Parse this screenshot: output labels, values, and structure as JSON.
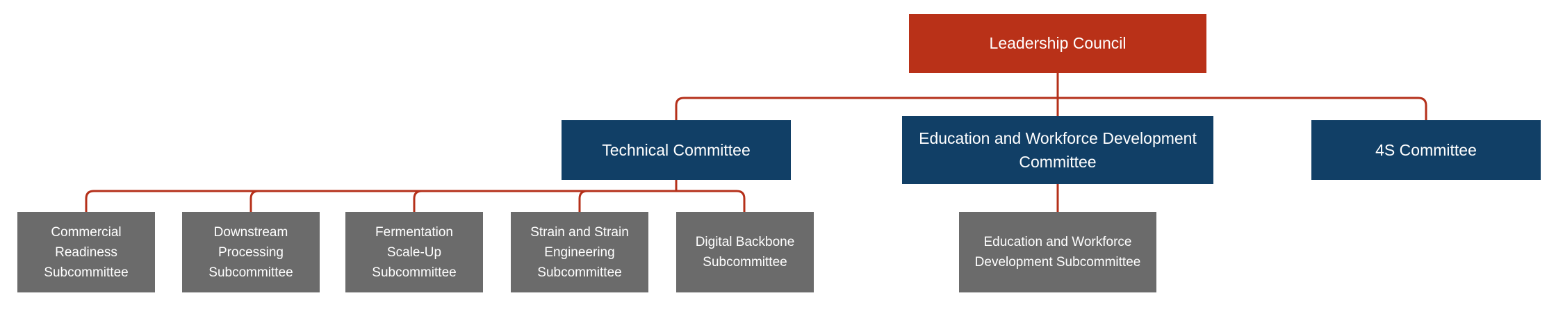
{
  "colors": {
    "root": "#b93118",
    "committee": "#113f66",
    "subcommittee": "#6b6b6b",
    "connector": "#b5301a"
  },
  "root": {
    "label": "Leadership Council"
  },
  "committees": [
    {
      "label": "Technical Committee"
    },
    {
      "label": "Education and Workforce Development Committee"
    },
    {
      "label": "4S Committee"
    }
  ],
  "subcommittees": [
    {
      "label": "Commercial Readiness Subcommittee",
      "parent": "Technical Committee"
    },
    {
      "label": "Downstream Processing Subcommittee",
      "parent": "Technical Committee"
    },
    {
      "label": "Fermentation Scale-Up Subcommittee",
      "parent": "Technical Committee"
    },
    {
      "label": "Strain and Strain Engineering Subcommittee",
      "parent": "Technical Committee"
    },
    {
      "label": "Digital Backbone Subcommittee",
      "parent": "Technical Committee"
    },
    {
      "label": "Education and Workforce Development Subcommittee",
      "parent": "Education and Workforce Development Committee"
    }
  ]
}
